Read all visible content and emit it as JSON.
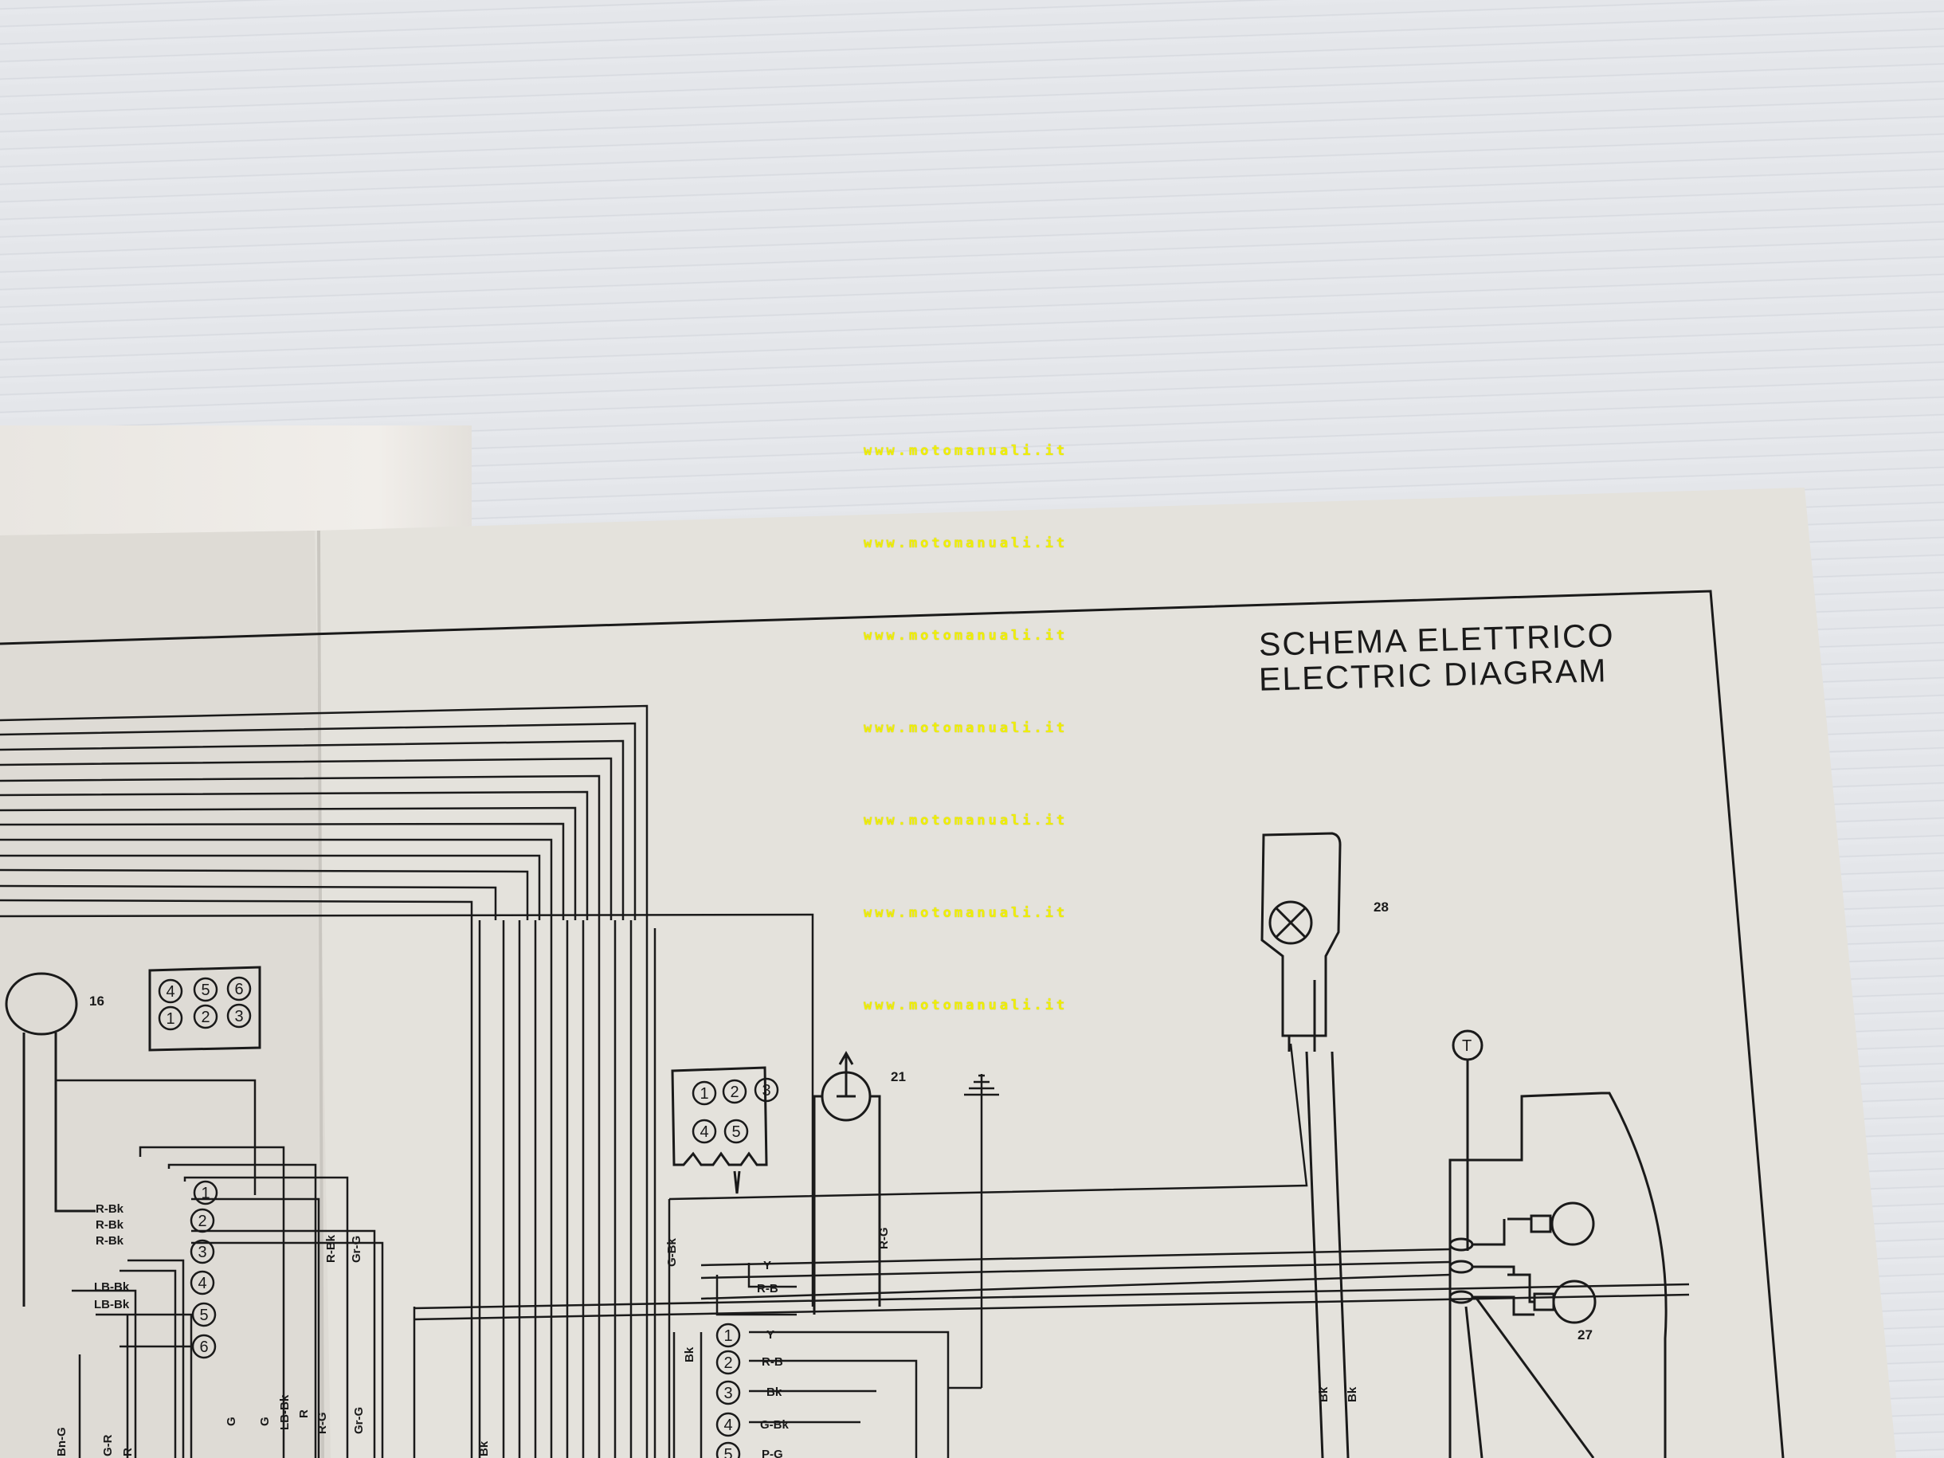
{
  "watermarks": [
    "www.motomanuali.it",
    "www.motomanuali.it",
    "www.motomanuali.it",
    "www.motomanuali.it",
    "www.motomanuali.it",
    "www.motomanuali.it",
    "www.motomanuali.it"
  ],
  "title": {
    "line1": "SCHEMA ELETTRICO",
    "line2": "ELECTRIC DIAGRAM"
  },
  "components": {
    "c16": "16",
    "c21": "21",
    "c27": "27",
    "c28": "28",
    "t_symbol": "T"
  },
  "connector_a": {
    "pins": [
      "4",
      "5",
      "6",
      "1",
      "2",
      "3"
    ]
  },
  "connector_b": {
    "pins": [
      "1",
      "2",
      "3",
      "4",
      "5"
    ]
  },
  "switch_left": {
    "pins": [
      "1",
      "2",
      "3",
      "4",
      "5",
      "6"
    ],
    "labels": [
      "R-Bk",
      "R-Bk",
      "R-Bk",
      "LB-Bk",
      "LB-Bk"
    ]
  },
  "switch_bottom": {
    "pins": [
      "1",
      "2",
      "3",
      "4",
      "5"
    ],
    "labels": [
      "Y",
      "R-B",
      "Bk",
      "G-Bk",
      "P-G"
    ]
  },
  "wire_labels": {
    "y": "Y",
    "rb": "R-B",
    "gbk": "G-Bk",
    "rg": "R-G",
    "bk": "Bk",
    "rbk": "R-Bk",
    "grg": "Gr-G",
    "g": "G",
    "lbbk": "LB-Bk",
    "r": "R",
    "gr": "G-R",
    "bng": "Bn-G"
  }
}
